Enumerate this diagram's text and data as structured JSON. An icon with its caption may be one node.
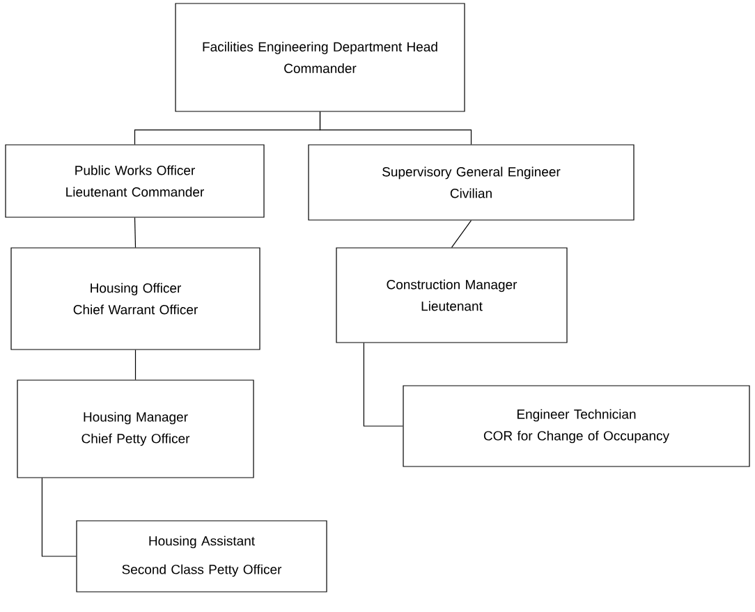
{
  "diagram": {
    "nodes": [
      {
        "text": [
          "Facilities Engineering Department Head",
          "Commander"
        ]
      },
      {
        "text": [
          "Public Works Officer",
          "Lieutenant Commander"
        ]
      },
      {
        "text": [
          "Supervisory General Engineer",
          "Civilian"
        ]
      },
      {
        "text": [
          "Housing Officer",
          "Chief Warrant Officer"
        ]
      },
      {
        "text": [
          "Construction Manager",
          "Lieutenant"
        ]
      },
      {
        "text": [
          "Housing Manager",
          "Chief Petty Officer"
        ]
      },
      {
        "text": [
          "Engineer Technician",
          "COR for Change of Occupancy"
        ]
      },
      {
        "text": [
          "Housing Assistant",
          "Second Class Petty Officer"
        ]
      }
    ],
    "edges": [
      {
        "from": 0,
        "to": 1,
        "arrow": "none"
      },
      {
        "from": 0,
        "to": 2,
        "arrow": "none"
      },
      {
        "from": 1,
        "to": 3,
        "arrow": "none"
      },
      {
        "from": 2,
        "to": 4,
        "arrow": "none"
      },
      {
        "from": 3,
        "to": 5,
        "arrow": "none"
      },
      {
        "from": 4,
        "to": 6,
        "arrow": "none"
      },
      {
        "from": 5,
        "to": 7,
        "arrow": "none"
      }
    ]
  }
}
